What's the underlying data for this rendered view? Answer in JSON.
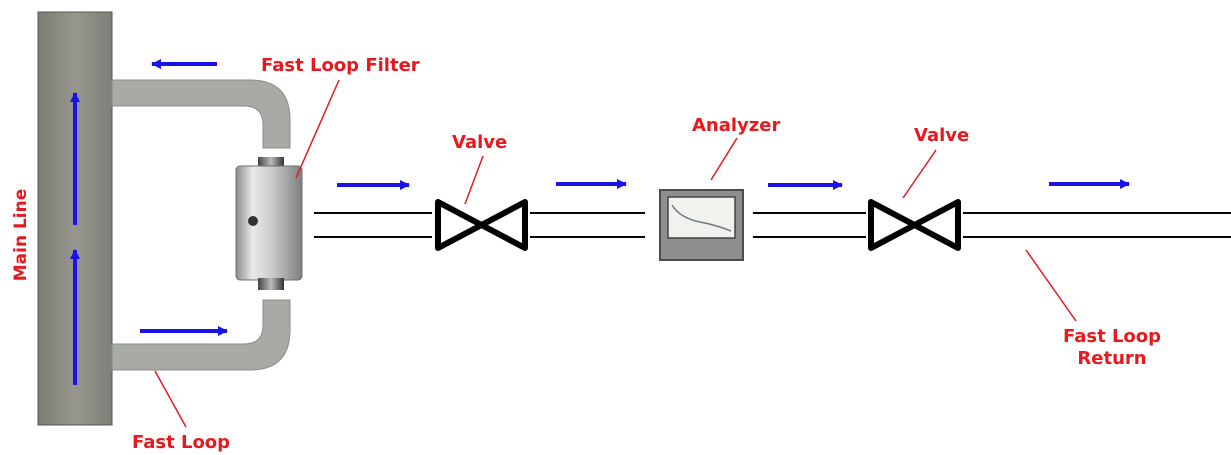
{
  "labels": {
    "main_line": "Main Line",
    "fast_loop_filter": "Fast Loop Filter",
    "valve_1": "Valve",
    "analyzer": "Analyzer",
    "valve_2": "Valve",
    "fast_loop_return_line1": "Fast Loop",
    "fast_loop_return_line2": "Return",
    "fast_loop": "Fast Loop"
  },
  "colors": {
    "label": "#e8191e",
    "arrow": "#1a12e6",
    "leader": "#e8191e",
    "main_line_fill": "#8c8c83",
    "pipe_fill": "#a7aaa5",
    "pipe_line": "#000000",
    "valve_stroke": "#000000",
    "analyzer_body": "#8e8e8e"
  }
}
